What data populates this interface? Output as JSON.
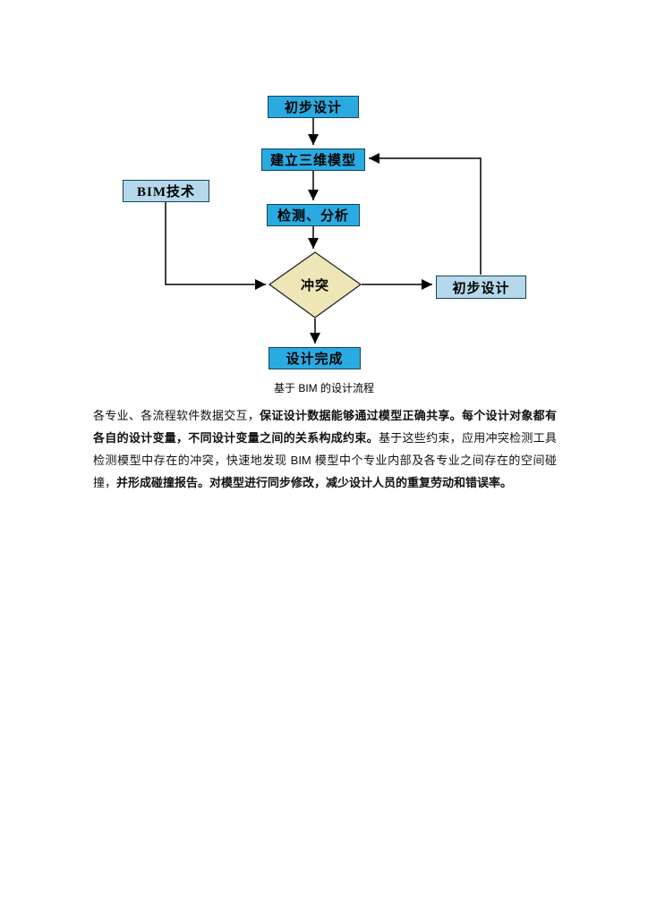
{
  "colors": {
    "box-blue": "#29abe2",
    "box-light": "#b5d9ea",
    "diamond-fill": "#efe6b8",
    "line": "#000000"
  },
  "diagram": {
    "caption": "基于 BIM 的设计流程",
    "nodes": {
      "preliminary_top": {
        "label": "初步设计"
      },
      "build_model": {
        "label": "建立三维模型"
      },
      "detect_analyze": {
        "label": "检测、分析"
      },
      "bim_tech": {
        "label": "BIM技术"
      },
      "conflict": {
        "label": "冲突"
      },
      "preliminary_right": {
        "label": "初步设计"
      },
      "design_complete": {
        "label": "设计完成"
      }
    }
  },
  "paragraph": {
    "segments": [
      {
        "text": "各专业、各流程软件数据交互，",
        "bold": false
      },
      {
        "text": "保证设计数据能够通过模型正确共享。",
        "bold": true
      },
      {
        "text": "每个设计对象都有各自的设计变量，不同设计变量之间的关系构成约束。",
        "bold": true
      },
      {
        "text": "基于这些约束，应用冲突检测工具检测模型中存在的冲突，快速地发现 BIM 模型中个专业内部及各专业之间存在的空间碰撞，",
        "bold": false
      },
      {
        "text": "并形成碰撞报告。",
        "bold": true
      },
      {
        "text": "对模型进行同步修改，减少设计人员的重复劳动和错误率。",
        "bold": true
      }
    ]
  }
}
